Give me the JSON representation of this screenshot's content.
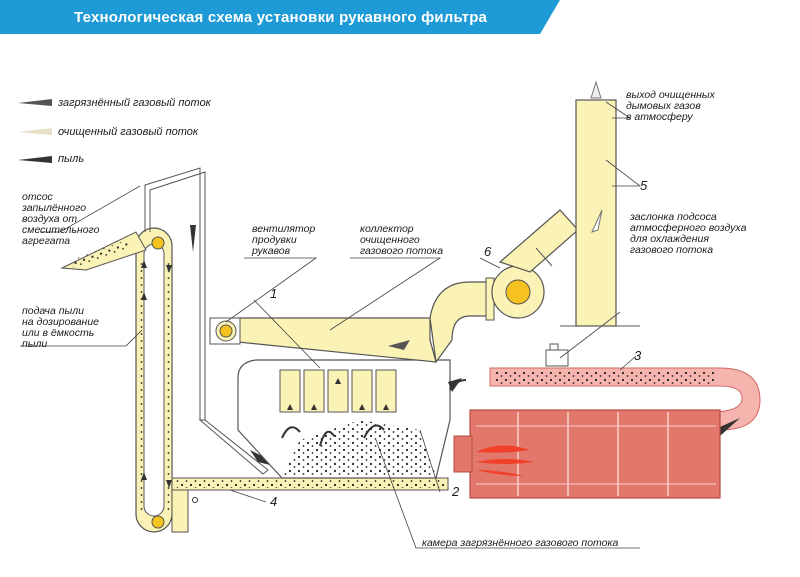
{
  "title": "Технологическая схема установки рукавного фильтра",
  "legend": {
    "dirty_gas": "загрязнённый газовый поток",
    "clean_gas": "очищенный газовый поток",
    "dust": "пыль"
  },
  "labels": {
    "suction": [
      "отсос",
      "запылённого",
      "воздуха от",
      "смесительного",
      "агрегата"
    ],
    "dust_feed": [
      "подача пыли",
      "на дозирование",
      "или в ёмкость",
      "пыли"
    ],
    "fan_blow": [
      "вентилятор",
      "продувки",
      "рукавов"
    ],
    "collector": [
      "коллектор",
      "очищенного",
      "газового потока"
    ],
    "exhaust": [
      "выход очищенных",
      "дымовых газов",
      "в атмосферу"
    ],
    "damper": [
      "заслонка подсоса",
      "атмосферного воздуха",
      "для охлаждения",
      "газового потока"
    ],
    "dirty_chamber": "камера загрязнённого газового потока"
  },
  "numbers": {
    "n1": "1",
    "n2": "2",
    "n3": "3",
    "n4": "4",
    "n5": "5",
    "n6": "6"
  },
  "colors": {
    "title_blue": "#1e9ad6",
    "clean": "#fbf2b6",
    "hot": "#f5b4ae",
    "dryer": "#e2776b",
    "flame": "#f0402a",
    "fan": "#f6c21f"
  }
}
